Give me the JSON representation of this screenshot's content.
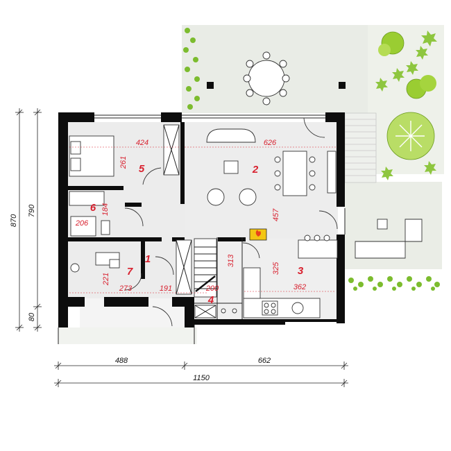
{
  "rooms": [
    {
      "id": "1",
      "label": "1"
    },
    {
      "id": "2",
      "label": "2"
    },
    {
      "id": "3",
      "label": "3"
    },
    {
      "id": "4",
      "label": "4"
    },
    {
      "id": "5",
      "label": "5"
    },
    {
      "id": "6",
      "label": "6"
    },
    {
      "id": "7",
      "label": "7"
    }
  ],
  "room_dimensions": {
    "bedroom_width": "424",
    "bedroom_depth": "261",
    "living_width": "626",
    "living_depth": "457",
    "bath_width": "206",
    "bath_depth": "184",
    "room7_depth": "221",
    "room7_width": "273",
    "hall_width": "191",
    "stair_depth": "313",
    "utility_width": "200",
    "kitchen_depth": "325",
    "kitchen_width": "362"
  },
  "exterior_dimensions": {
    "bottom_left": "488",
    "bottom_right": "662",
    "bottom_total": "1150",
    "left_total": "870",
    "left_main": "790",
    "left_small": "80"
  },
  "colors": {
    "wall": "#0d0d0d",
    "floor": "#ededed",
    "terrace": "#e9ece6",
    "label": "#d8202e",
    "foliage": "#9acd32"
  }
}
